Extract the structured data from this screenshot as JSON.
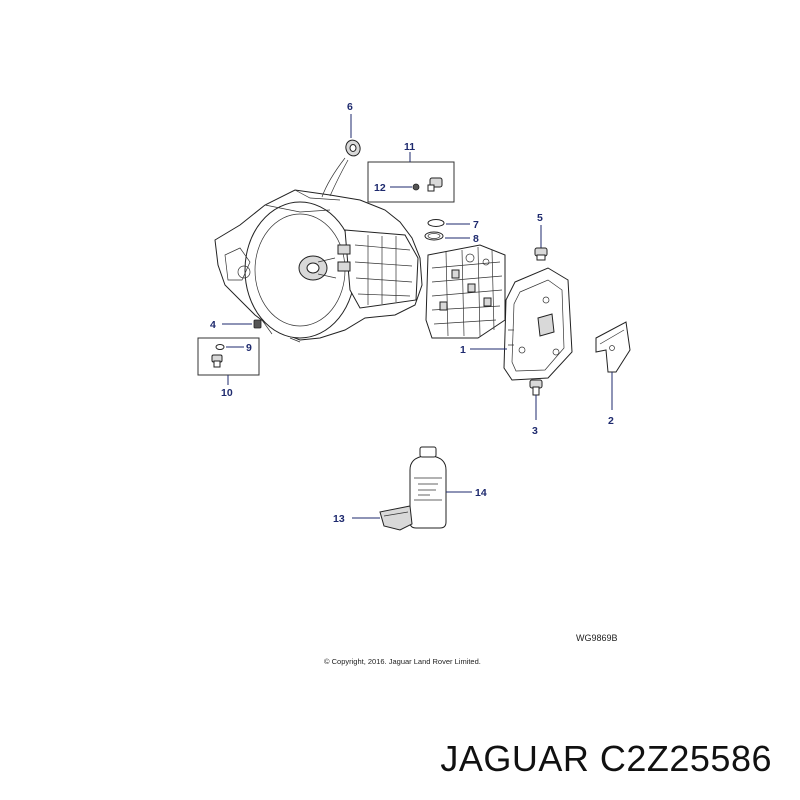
{
  "callouts": {
    "c1": "1",
    "c2": "2",
    "c3": "3",
    "c4": "4",
    "c5": "5",
    "c6": "6",
    "c7": "7",
    "c8": "8",
    "c9": "9",
    "c10": "10",
    "c11": "11",
    "c12": "12",
    "c13": "13",
    "c14": "14"
  },
  "figure_ref": "WG9869B",
  "copyright": "© Copyright, 2016. Jaguar Land Rover Limited.",
  "brand_caption": "JAGUAR C2Z25586"
}
